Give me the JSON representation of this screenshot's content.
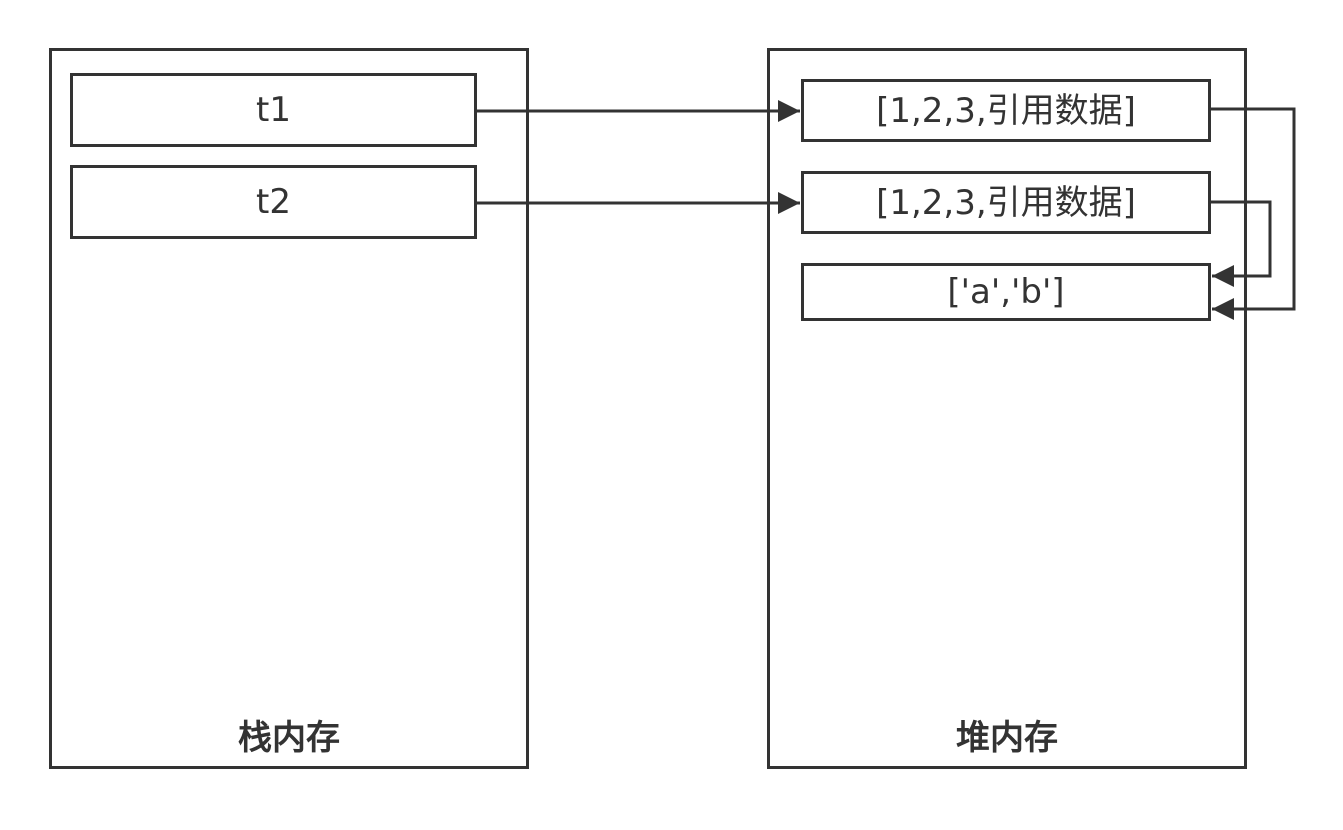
{
  "stack": {
    "title": "栈内存",
    "vars": [
      {
        "label": "t1"
      },
      {
        "label": "t2"
      }
    ]
  },
  "heap": {
    "title": "堆内存",
    "objects": [
      {
        "label": "[1,2,3,引用数据]"
      },
      {
        "label": "[1,2,3,引用数据]"
      },
      {
        "label": "['a','b']"
      }
    ]
  },
  "edges": [
    {
      "from": "t1",
      "to": "heap.objects.0"
    },
    {
      "from": "t2",
      "to": "heap.objects.1"
    },
    {
      "from": "heap.objects.0",
      "to": "heap.objects.2"
    },
    {
      "from": "heap.objects.1",
      "to": "heap.objects.2"
    }
  ],
  "colors": {
    "stroke": "#333333",
    "background": "#ffffff"
  }
}
